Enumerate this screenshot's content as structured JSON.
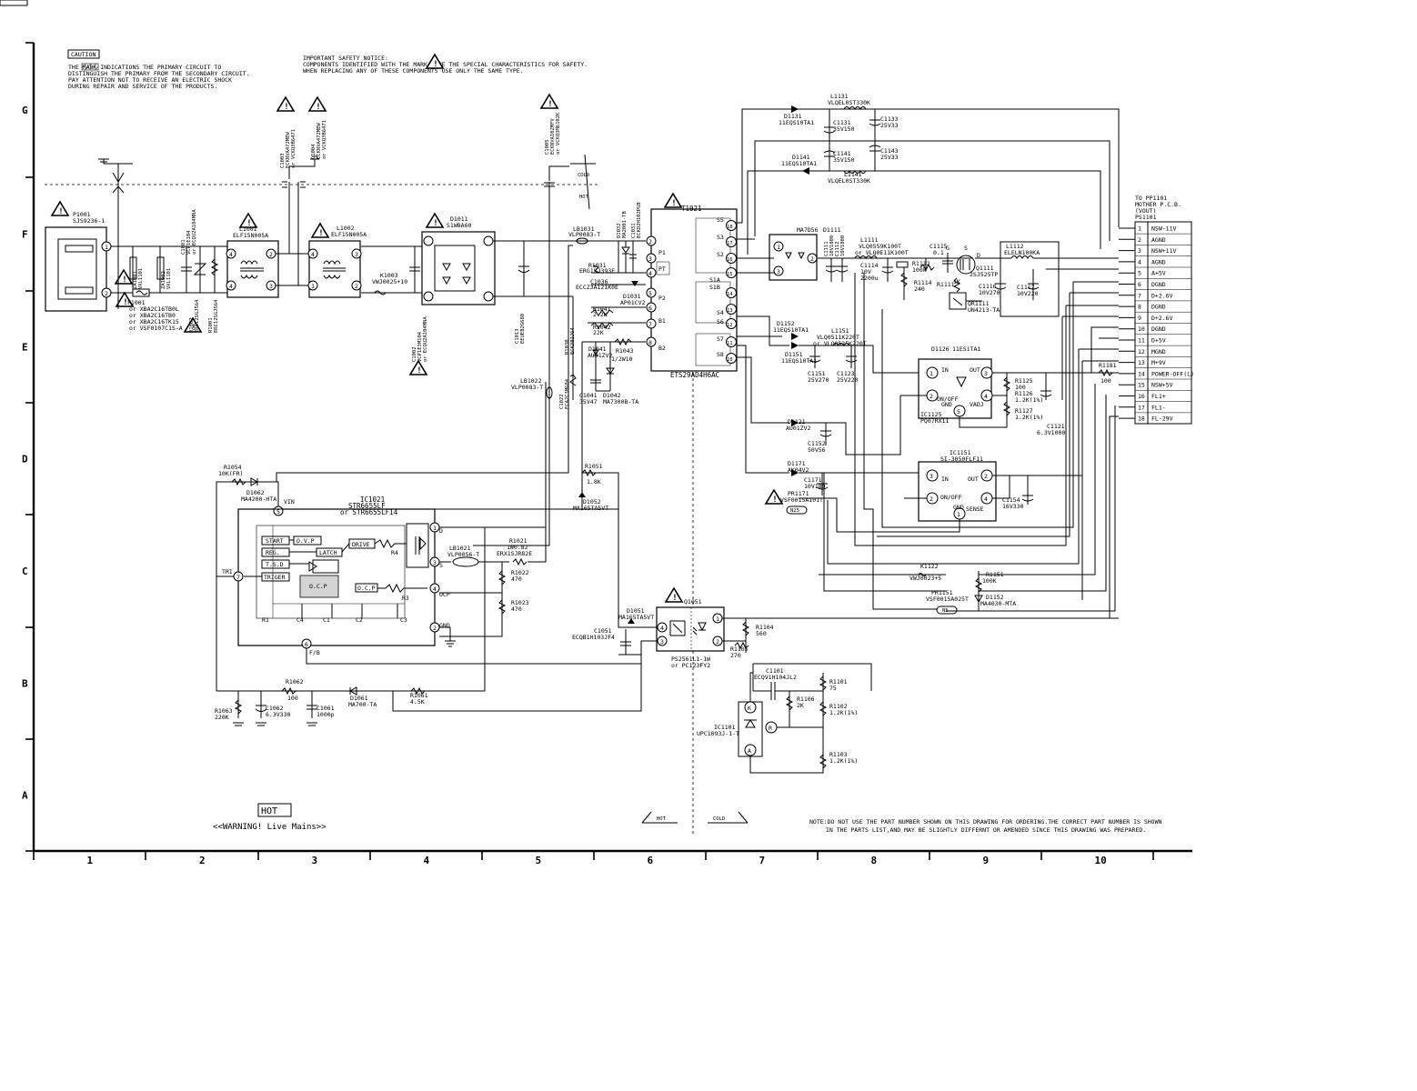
{
  "title_blocks": {
    "caution_heading": "CAUTION",
    "caution_text": [
      "THE     MARK INDICATIONS THE PRIMARY CIRCUIT TO",
      "DISTINGUISH THE PRIMARY FROM THE SECONDARY CIRCUIT.",
      "PAY ATTENTION NOT TO RECEIVE AN ELECTRIC SHOCK",
      "DURING REPAIR AND SERVICE OF THE PRODUCTS."
    ],
    "safety_notice": [
      "IMPORTANT SAFETY NOTICE:",
      "COMPONENTS IDENTIFIED WITH THE MARK      HAVE THE SPECIAL CHARACTERISTICS FOR SAFETY.",
      "WHEN REPLACING ANY OF THESE COMPONENTS USE ONLY THE SAME TYPE."
    ],
    "warning_box": "HOT",
    "warning_text": "<<WARNING! Live Mains>>",
    "note": [
      "NOTE:DO NOT USE THE PART NUMBER SHOWN ON THIS DRAWING FOR ORDERING.THE CORRECT PART NUMBER IS SHOWN",
      "IN THE PARTS LIST,AND MAY BE SLIGHTLY DIFFERNT OR AMENDED SINCE THIS DRAWING WAS PREPARED."
    ],
    "hot_label": "HOT",
    "cold_label": "COLD",
    "hot_top": "HOT",
    "cold_top": "COLD"
  },
  "grid": {
    "rows": [
      "G",
      "F",
      "E",
      "D",
      "C",
      "B",
      "A"
    ],
    "columns": [
      "1",
      "2",
      "3",
      "4",
      "5",
      "6",
      "7",
      "8",
      "9",
      "10"
    ]
  },
  "connector": {
    "header": [
      "TO PP1101",
      "MOTHER P.C.B.",
      "(VOUT)",
      "PS1101"
    ],
    "pins": [
      {
        "n": "1",
        "name": "NSW-11V"
      },
      {
        "n": "2",
        "name": "AGND"
      },
      {
        "n": "3",
        "name": "NSW+11V"
      },
      {
        "n": "4",
        "name": "AGND"
      },
      {
        "n": "5",
        "name": "A+5V"
      },
      {
        "n": "6",
        "name": "DGND"
      },
      {
        "n": "7",
        "name": "D+2.6V"
      },
      {
        "n": "8",
        "name": "DGND"
      },
      {
        "n": "9",
        "name": "D+2.6V"
      },
      {
        "n": "10",
        "name": "DGND"
      },
      {
        "n": "11",
        "name": "D+5V"
      },
      {
        "n": "12",
        "name": "MGND"
      },
      {
        "n": "13",
        "name": "M+9V"
      },
      {
        "n": "14",
        "name": "POWER-OFF(L)"
      },
      {
        "n": "15",
        "name": "NSW+5V"
      },
      {
        "n": "16",
        "name": "FL1+"
      },
      {
        "n": "17",
        "name": "FL1-"
      },
      {
        "n": "18",
        "name": "FL-29V"
      }
    ]
  },
  "parts": {
    "p1001": [
      "P1001",
      "SJS9236-1"
    ],
    "f1001": [
      "F1001",
      "or XBA2C16TB0L",
      "or XBA2C16TB0",
      "or XBA2C16TK15",
      "or VSF0107C1S-A"
    ],
    "za1001": [
      "ZA1001",
      "VXL1101"
    ],
    "za1002": [
      "ZA1002",
      "VXL1101"
    ],
    "c1001": [
      "C1001",
      "VCP1E104",
      "or ECQU2A104MNA"
    ],
    "r1002": [
      "R1002",
      "ERC12SGJ564"
    ],
    "r1001": [
      "R1001",
      "ERC12SGJ564"
    ],
    "c1003": [
      "C1003",
      "ECKNVA472MEW",
      "or VCKQ3B6471"
    ],
    "c1004": [
      "C1004",
      "ECKNVA472MEW",
      "or VCKQ3B6471"
    ],
    "l1001": [
      "L1001",
      "ELF15N005A"
    ],
    "l1002": [
      "L1002",
      "ELF15N005A"
    ],
    "k1003": [
      "K1003",
      "VWJ0025+10"
    ],
    "c1002": [
      "C1002",
      "VCP1E3M104",
      "or ECQU2A104MNA"
    ],
    "d1011": [
      "D1011",
      "S1WBA60"
    ],
    "c1013": [
      "C1013",
      "EEUEB2G680"
    ],
    "c1005": [
      "C1005",
      "ECKNVA102MFV",
      "or VCKQ3M6102K"
    ],
    "t1021": [
      "T1021"
    ],
    "t1021_type": "ETS29AD4H6AC",
    "lb1031": [
      "LB1031",
      "VLP0083-T"
    ],
    "d1032": [
      "D1032",
      "MA2001-TB"
    ],
    "c1031": [
      "C1031",
      "ECKD2H102PUB"
    ],
    "r1031": [
      "R1031",
      "ERG1SJ393E"
    ],
    "c1036": [
      "C1036",
      "ECCZ3A121K0E"
    ],
    "d1031": [
      "D1031",
      "AP01CV2"
    ],
    "r1041": [
      "R1041",
      "2.2K"
    ],
    "r1042": [
      "R1042",
      "22K"
    ],
    "r1043": [
      "R1043",
      "1/2W10"
    ],
    "d1041": [
      "D1041",
      "AU01ZV2"
    ],
    "c1041": [
      "C1041",
      "35V47"
    ],
    "d1042": [
      "D1042",
      "MA7300B-TA"
    ],
    "lb1022": [
      "LB1022",
      "VLP0083-T"
    ],
    "c1022": [
      "C1022",
      "ECA2C3M684"
    ],
    "r1030": [
      "R1030",
      "ECK3B2J64"
    ],
    "ic1021": [
      "IC1021",
      "STR6655LF",
      "or STR6655LF14"
    ],
    "ic_blocks": [
      "START",
      "O.V.P",
      "REG.",
      "LATCH",
      "T.S.D",
      "DRIVE",
      "TRIGER",
      "O.C.P",
      "O.C.P"
    ],
    "ic_pins": [
      "VIN",
      "TRI",
      "D",
      "S",
      "OCP",
      "GND",
      "F/B"
    ],
    "ic_parts": [
      "R1",
      "R3",
      "R4",
      "C1",
      "C2",
      "C3",
      "C4"
    ],
    "r1054": [
      "R1054",
      "10K(FR)"
    ],
    "d1062": [
      "D1062",
      "MA4200-HTA"
    ],
    "r1051": [
      "R1051",
      "1.8K"
    ],
    "d1052": [
      "D1052",
      "MA165TA5VT"
    ],
    "lb1021": [
      "LB1021",
      "VLP0056-T"
    ],
    "r1021": [
      "R1021",
      "1W0.82",
      "ERX1SJR82E"
    ],
    "r1022": [
      "R1022",
      "470"
    ],
    "r1023": [
      "R1023",
      "470"
    ],
    "d1051": [
      "D1051",
      "MA165TA5VT"
    ],
    "c1051": [
      "C1051",
      "ECQB1H103JF4"
    ],
    "q1051": [
      "Q1051"
    ],
    "q1051_type": [
      "PS2561L1-1W",
      "or PC123FY2"
    ],
    "r1062": [
      "R1062",
      "100"
    ],
    "d1061": [
      "D1061",
      "MA700-TA"
    ],
    "r1061": [
      "R1061",
      "4.5K"
    ],
    "r1063": [
      "R1063",
      "220K"
    ],
    "c1062": [
      "C1062",
      "6.3V330"
    ],
    "c1061": [
      "C1061",
      "1000p"
    ],
    "r1104": [
      "R1104",
      "560"
    ],
    "r1105": [
      "R1105",
      "270"
    ],
    "c1101": [
      "C1101",
      "ECQV1H104JL2"
    ],
    "r1101": [
      "R1101",
      "75"
    ],
    "r1106": [
      "R1106",
      "2K"
    ],
    "r1102": [
      "R1102",
      "1.2K(1%)"
    ],
    "ic1101": [
      "IC1101",
      "UPC1093J-1-T"
    ],
    "r1103": [
      "R1103",
      "1.2K(1%)"
    ],
    "l1131": [
      "L1131",
      "VLQEL0ST330K"
    ],
    "d1131": [
      "D1131",
      "11EQS10TA1"
    ],
    "c1131": [
      "C1131",
      "35V150"
    ],
    "c1133": [
      "C1133",
      "25V33"
    ],
    "d1141": [
      "D1141",
      "11EQS10TA1"
    ],
    "c1141": [
      "C1141",
      "35V150"
    ],
    "c1143": [
      "C1143",
      "25V33"
    ],
    "l1141": [
      "L1141",
      "VLQEL0ST330K"
    ],
    "d1111": [
      "D1111",
      "MA7D56"
    ],
    "c1111": [
      "C1111",
      "10V1800"
    ],
    "c1112": [
      "C1112",
      "10V1800"
    ],
    "l1111": [
      "L1111",
      "VLQ0559K100T",
      "or VLQ0E11K100T"
    ],
    "c1114": [
      "C1114",
      "10V",
      "2200u"
    ],
    "c1115": [
      "C1115",
      "0.1"
    ],
    "r1112": [
      "R1112",
      "100k"
    ],
    "q1111": [
      "Q1111",
      "2SJ525TP"
    ],
    "l1112": [
      "L1112",
      "ELELN100KA"
    ],
    "r1114": [
      "R1114",
      "240"
    ],
    "r1111": [
      "R1111",
      "1K"
    ],
    "c1116": [
      "C1116",
      "10V270"
    ],
    "c1117": [
      "C1117",
      "10V220"
    ],
    "qr1111": [
      "QR1111",
      "UN4213-TA"
    ],
    "d1152": [
      "D1152",
      "11EQS10TA1"
    ],
    "l1151": [
      "L1151",
      "VLQ0511K220T",
      "or VLQ0525K220T"
    ],
    "d1151": [
      "D1151",
      "11EQS10TA1"
    ],
    "c1151": [
      "C1151",
      "25V270"
    ],
    "c1123": [
      "C1123",
      "25V220"
    ],
    "ic1126": [
      "D1126",
      "11ES1TA1"
    ],
    "ic1125": [
      "IC1125",
      "PQ07RX11"
    ],
    "r1125": [
      "R1125",
      "100"
    ],
    "r1126": [
      "R1126",
      "1.2K(1%)"
    ],
    "r1127": [
      "R1127",
      "1.2K(1%)"
    ],
    "c1121": [
      "C1121",
      "6.3V1000"
    ],
    "d1121": [
      "D1121",
      "AU01ZV2"
    ],
    "c1152": [
      "C1152",
      "50V56"
    ],
    "d1171": [
      "D1171",
      "AK04V2"
    ],
    "c1171": [
      "C1171",
      "10V180"
    ],
    "pr1171": [
      "PR1171",
      "VSF0015A101T"
    ],
    "ic1151": [
      "IC1151",
      "SI-3050FLF11"
    ],
    "c1154": [
      "C1154",
      "16V330"
    ],
    "ic_reg_pins": [
      "IN",
      "OUT",
      "ON/OFF",
      "GND",
      "SENSE",
      "VADJ"
    ],
    "k1122": [
      "K1122",
      "VWJ0023+5"
    ],
    "r1151": [
      "R1151",
      "100K"
    ],
    "pr1151": [
      "PR1151",
      "VSF0015A025T"
    ],
    "d1152b": [
      "D1152",
      "MA4030-MTA"
    ],
    "r1181": [
      "R1181",
      "100"
    ],
    "n5_label": "N5",
    "n25_label": "N25"
  }
}
